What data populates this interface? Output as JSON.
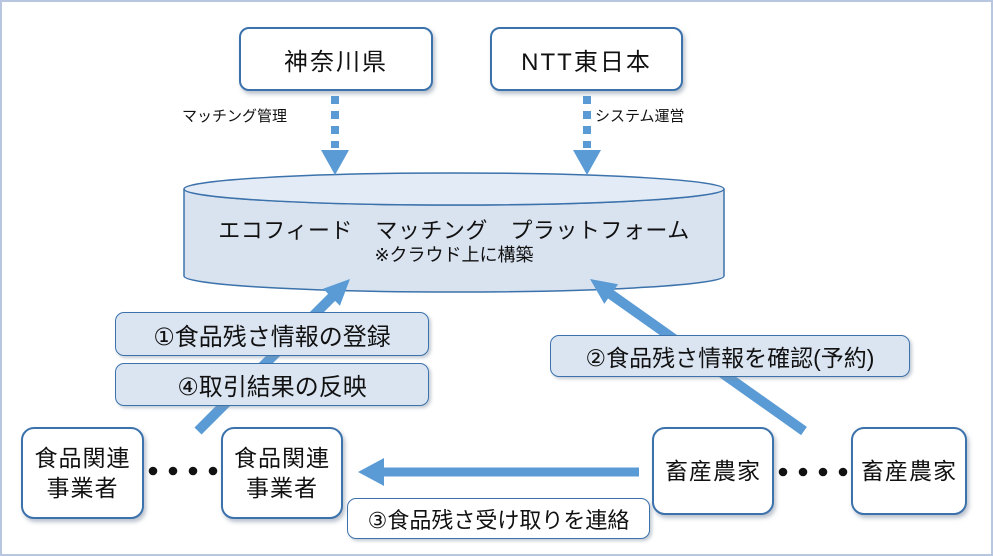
{
  "diagram": {
    "operators": [
      {
        "name": "神奈川県",
        "role": "マッチング管理"
      },
      {
        "name": "NTT東日本",
        "role": "システム運営"
      }
    ],
    "platform": {
      "title": "エコフィード　マッチング　プラットフォーム",
      "note": "※クラウド上に構築"
    },
    "steps": [
      {
        "label": "①食品残さ情報の登録"
      },
      {
        "label": "②食品残さ情報を確認(予約)"
      },
      {
        "label": "③食品残さ受け取りを連絡"
      },
      {
        "label": "④取引結果の反映"
      }
    ],
    "suppliers": [
      {
        "name": "食品関連\n事業者"
      },
      {
        "name": "食品関連\n事業者"
      }
    ],
    "farmers": [
      {
        "name": "畜産農家"
      },
      {
        "name": "畜産農家"
      }
    ],
    "colors": {
      "arrow_blue": "#5b9bd5",
      "box_border_blue": "#3c72ab",
      "chip_fill": "#dbe5f2",
      "cylinder_fill": "#d9e3f0",
      "frame_border": "#b9c6e0",
      "dot_black": "#111111"
    }
  }
}
